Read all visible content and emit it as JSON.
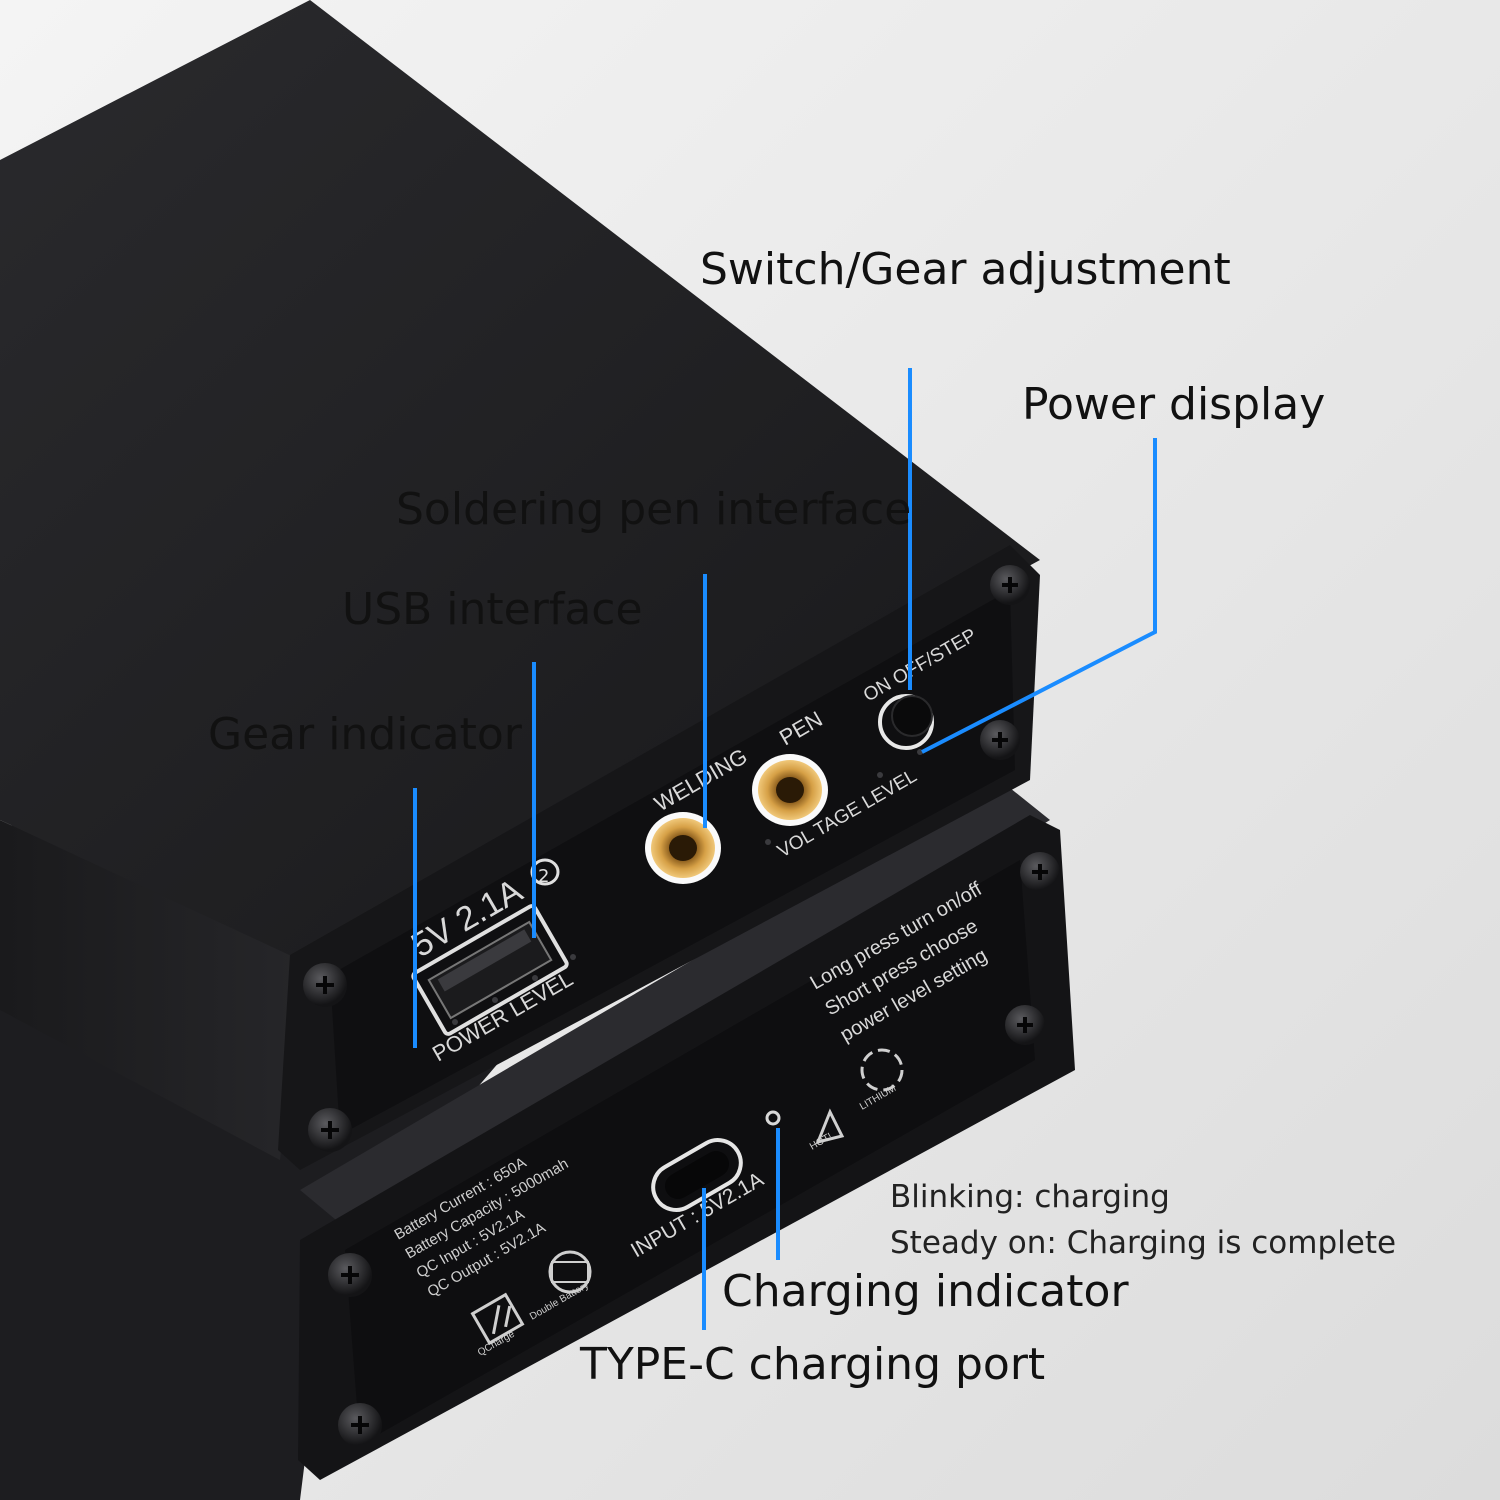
{
  "colors": {
    "background": "#e9e9e9",
    "device_body": "#1c1c1e",
    "device_face": "#111113",
    "callout_line": "#1a8cff",
    "connector_gold": "#c9922e"
  },
  "callouts": {
    "switch_gear": "Switch/Gear adjustment",
    "power_display": "Power display",
    "soldering_pen": "Soldering pen interface",
    "usb_interface": "USB interface",
    "gear_indicator": "Gear indicator",
    "charging_indicator": "Charging indicator",
    "typec_port": "TYPE-C charging port",
    "blinking_note": "Blinking: charging",
    "steady_note": "Steady on: Charging is complete"
  },
  "top_panel_print": {
    "usb_rating": "5V 2.1A",
    "power_level": "POWER LEVEL",
    "welding": "WELDING",
    "pen": "PEN",
    "voltage_level": "VOL TAGE LEVEL",
    "on_off_step": "ON OFF/STEP"
  },
  "bottom_panel_print": {
    "instructions": [
      "Long press turn on/off",
      "Short press choose",
      "power level setting"
    ],
    "specs": [
      "Battery Current : 650A",
      "Battery Capacity : 5000mah",
      "QC Input : 5V2.1A",
      "QC Output : 5V2.1A"
    ],
    "input_rating": "INPUT : 5V2.1A",
    "hot_label": "HOT!",
    "lithium_label": "LITHIUM",
    "qcharge_label": "QCharge",
    "double_battery_label": "Double Battery"
  },
  "icons": [
    "usb-2-icon",
    "power-button-icon",
    "hot-warning-icon",
    "recycle-lithium-icon",
    "qcharge-icon",
    "double-battery-icon"
  ]
}
